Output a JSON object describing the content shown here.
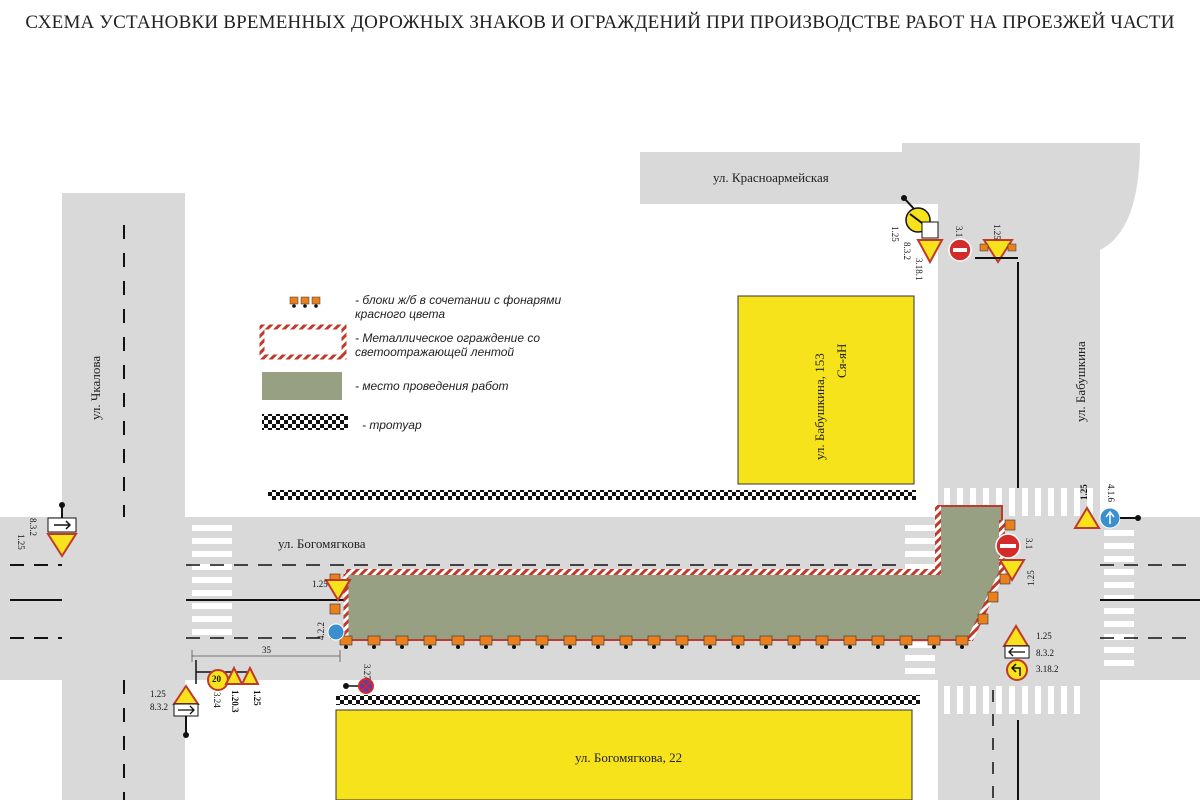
{
  "title": "СХЕМА УСТАНОВКИ ВРЕМЕННЫХ ДОРОЖНЫХ ЗНАКОВ И ОГРАЖДЕНИЙ ПРИ ПРОИЗВОДСТВЕ РАБОТ НА ПРОЕЗЖЕЙ ЧАСТИ",
  "streets": {
    "krasnoarmeyskaya": "ул. Красноармейская",
    "chkalova": "ул. Чкалова",
    "babushkina": "ул. Бабушкина",
    "bogomyagkova": "ул. Богомягкова"
  },
  "buildings": {
    "north": {
      "line1": "ул. Бабушкина, 153",
      "line2": "Ся-яН"
    },
    "south": {
      "label": "ул. Богомягкова, 22"
    }
  },
  "legend": {
    "blocks": "- блоки ж/б в сочетании с фонарями красного цвета",
    "fence": "- Металлическое ограждение со светоотражающей лентой",
    "workzone": "- место проведения работ",
    "sidewalk": "- тротуар"
  },
  "dimension": "35",
  "signs": {
    "nw_top": [
      "1.25",
      "8.3.2",
      "3.18.1"
    ],
    "n_no_entry": "3.1",
    "n_roadworks": "1.25",
    "west_left": [
      "8.3.2",
      "1.25"
    ],
    "west_entry": "1.25",
    "west_arrow": "4.2.2",
    "sw_left": [
      "1.25",
      "8.3.2"
    ],
    "sw_speed_value": "20",
    "sw_speed": "3.24",
    "sw_narrow": "1.20.3",
    "sw_roadworks": "1.25",
    "s_noparking": "3.27",
    "e_no_entry": "3.1",
    "e_roadworks": "1.25",
    "se_right": [
      "1.25",
      "8.3.2",
      "3.18.2"
    ],
    "ne_roadworks": "1.25",
    "ne_arrow": "4.1.6"
  },
  "colors": {
    "road": "#d9d9d9",
    "building": "#f7e31b",
    "workzone": "#98a083",
    "fence": "#c0392b",
    "block": "#e8801e"
  }
}
